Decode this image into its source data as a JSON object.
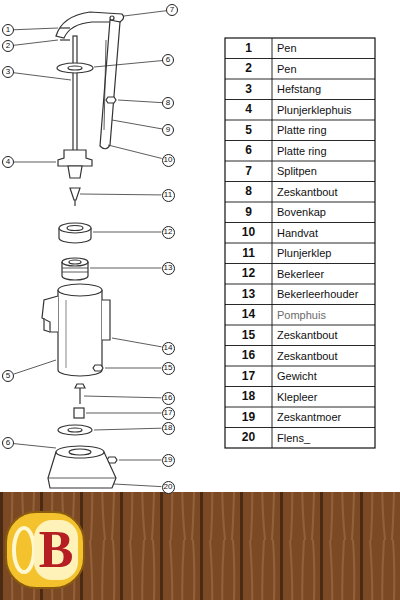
{
  "diagram": {
    "nodes": [
      {
        "text": [
          "7"
        ]
      },
      {
        "text": [
          "1"
        ]
      },
      {
        "text": [
          "2"
        ]
      },
      {
        "text": [
          "6"
        ]
      },
      {
        "text": [
          "3"
        ]
      },
      {
        "text": [
          "8"
        ]
      },
      {
        "text": [
          "9"
        ]
      },
      {
        "text": [
          "10"
        ]
      },
      {
        "text": [
          "4"
        ]
      },
      {
        "text": [
          "11"
        ]
      },
      {
        "text": [
          "12"
        ]
      },
      {
        "text": [
          "13"
        ]
      },
      {
        "text": [
          "14"
        ]
      },
      {
        "text": [
          "15"
        ]
      },
      {
        "text": [
          "5"
        ]
      },
      {
        "text": [
          "16"
        ]
      },
      {
        "text": [
          "17"
        ]
      },
      {
        "text": [
          "18"
        ]
      },
      {
        "text": [
          "6"
        ]
      },
      {
        "text": [
          "19"
        ]
      },
      {
        "text": [
          "20"
        ]
      }
    ],
    "labels": [
      "1",
      "Pen",
      "2",
      "Pen",
      "3",
      "Hefstang",
      "4",
      "Plunjerklephuis",
      "5",
      "Platte ring",
      "6",
      "Platte ring",
      "7",
      "Splitpen",
      "8",
      "Zeskantbout",
      "9",
      "Bovenkap",
      "10",
      "Handvat",
      "11",
      "Plunjerklep",
      "12",
      "Bekerleer",
      "13",
      "Bekerleerhouder",
      "14",
      "Pomphuis",
      "15",
      "Zeskantbout",
      "16",
      "Zeskantbout",
      "17",
      "Gewicht",
      "18",
      "Klepleer",
      "19",
      "Zeskantmoer",
      "20",
      "Flens_",
      "B"
    ]
  }
}
